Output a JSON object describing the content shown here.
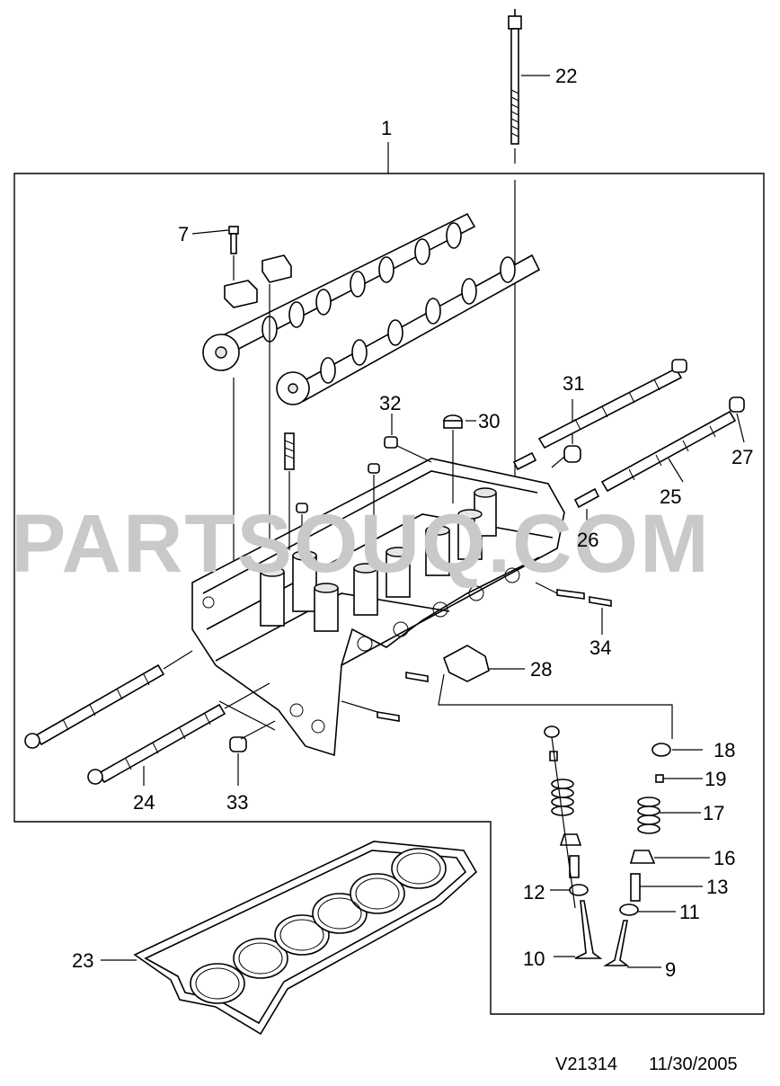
{
  "diagram": {
    "watermark": "PARTSOUQ.COM",
    "footer": {
      "drawing_code": "V21314",
      "date": "11/30/2005"
    },
    "callouts": {
      "c1": "1",
      "c7": "7",
      "c9": "9",
      "c10": "10",
      "c11": "11",
      "c12": "12",
      "c13": "13",
      "c16": "16",
      "c17": "17",
      "c18": "18",
      "c19": "19",
      "c22": "22",
      "c23": "23",
      "c24": "24",
      "c25": "25",
      "c26": "26",
      "c27": "27",
      "c28": "28",
      "c30": "30",
      "c31": "31",
      "c32": "32",
      "c33": "33",
      "c34": "34"
    },
    "line_color": "#000000",
    "watermark_color": "#c9c9c9"
  }
}
